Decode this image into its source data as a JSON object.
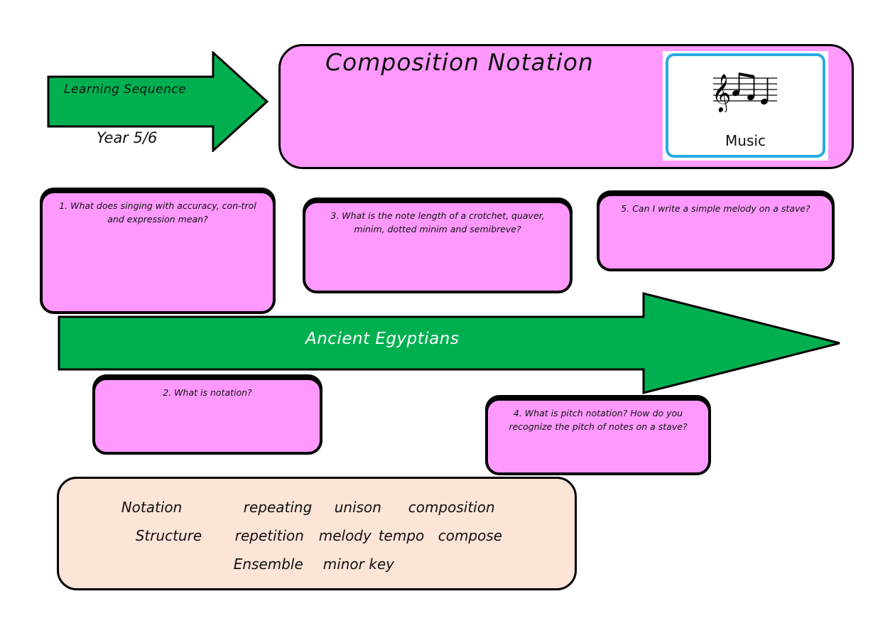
{
  "header": {
    "sequence_label": "Learning Sequence",
    "year_label": "Year 5/6",
    "title": "Composition Notation",
    "subject_card": {
      "icon": "music-notes-icon",
      "label": "Music"
    }
  },
  "timeline": {
    "topic": "Ancient Egyptians"
  },
  "questions": [
    {
      "number": 1,
      "text": "1. What does singing with accuracy, con-trol and expression mean?"
    },
    {
      "number": 2,
      "text": "2. What is notation?"
    },
    {
      "number": 3,
      "text": "3. What is the note length of a crotchet, quaver, minim, dotted minim and semibreve?"
    },
    {
      "number": 4,
      "text": "4. What is pitch notation? How do you recognize the pitch of notes on a stave?"
    },
    {
      "number": 5,
      "text": "5. Can I write a simple melody on a stave?"
    }
  ],
  "vocabulary": {
    "rows": [
      [
        "Notation",
        "repeating",
        "unison",
        "composition"
      ],
      [
        "Structure",
        "repetition",
        "melody",
        "tempo",
        "compose"
      ],
      [
        "Ensemble",
        "minor key"
      ]
    ]
  },
  "colors": {
    "green": "#00b050",
    "pink": "#ff99ff",
    "peach": "#fce4d6",
    "card_border": "#2aabe2"
  }
}
